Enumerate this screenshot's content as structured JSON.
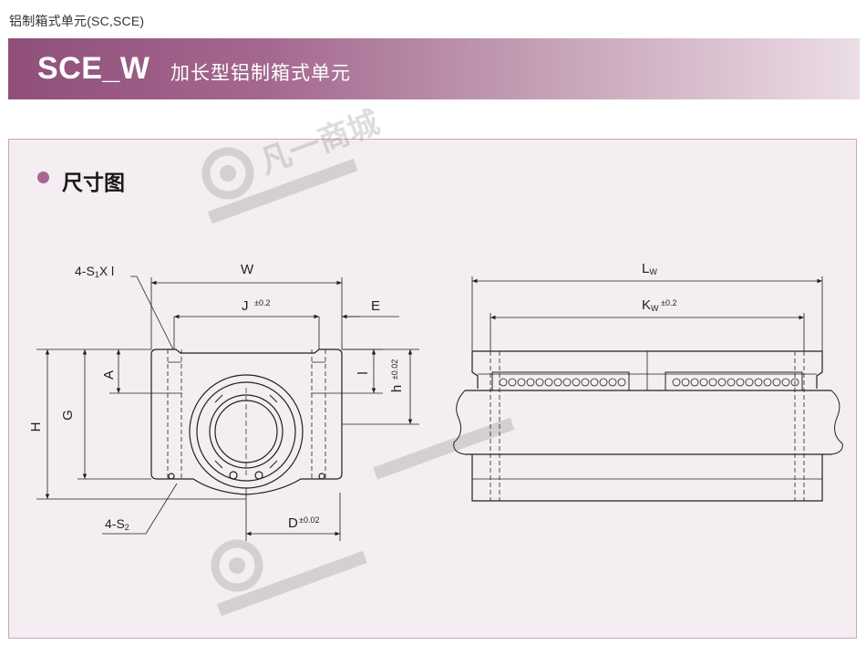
{
  "breadcrumb": "铝制箱式单元(SC,SCE)",
  "banner": {
    "code": "SCE_W",
    "title": "加长型铝制箱式单元"
  },
  "section": {
    "title": "尺寸图",
    "bullet_color": "#a5678f"
  },
  "colors": {
    "banner_start": "#8f4f7a",
    "banner_end": "#ecdde6",
    "panel_bg": "#f4edf1",
    "panel_border": "#c9a6bb",
    "line": "#231f20"
  },
  "front_view": {
    "label_4S1": "4-S",
    "label_4S1_sub": "1",
    "label_4S1_tail": "X l",
    "label_W": "W",
    "label_J": "J",
    "label_J_tol": "±0.2",
    "label_E": "E",
    "label_A": "A",
    "label_H": "H",
    "label_G": "G",
    "label_l": "l",
    "label_h": "h",
    "label_h_tol": "±0.02",
    "label_D": "D",
    "label_D_tol": "±0.02",
    "label_4S2": "4-S",
    "label_4S2_sub": "2"
  },
  "side_view": {
    "label_L": "L",
    "label_L_sub": "W",
    "label_K": "K",
    "label_K_sub": "W",
    "label_K_tol": "±0.2"
  },
  "watermark": "凡一商城"
}
